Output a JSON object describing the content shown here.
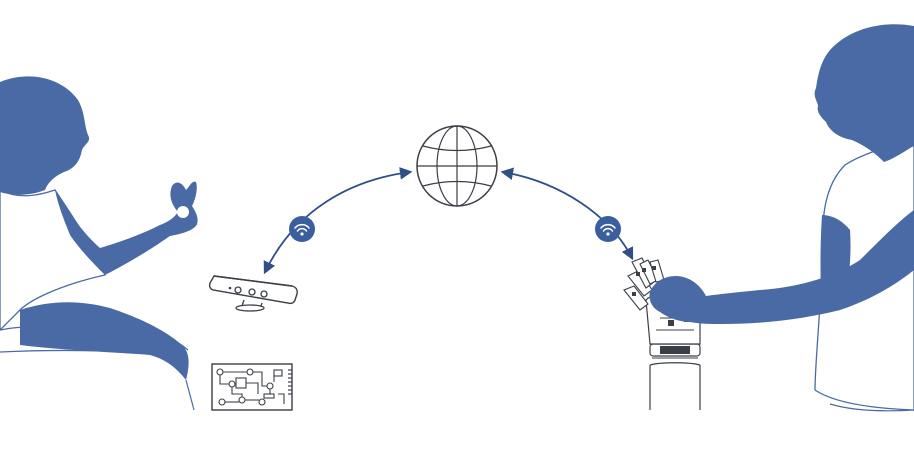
{
  "diagram": {
    "colors": {
      "figure_fill": "#4a6aa6",
      "line": "#2f4f86",
      "outline": "#3b3f48",
      "background": "#ffffff"
    },
    "nodes": [
      {
        "id": "person-left",
        "icon": "person-silhouette-icon"
      },
      {
        "id": "kinect-sensor",
        "icon": "depth-camera-icon"
      },
      {
        "id": "circuit-board",
        "icon": "circuit-board-icon"
      },
      {
        "id": "globe",
        "icon": "globe-icon"
      },
      {
        "id": "robot-hand",
        "icon": "robotic-hand-icon"
      },
      {
        "id": "person-right",
        "icon": "person-silhouette-icon"
      }
    ],
    "connections": [
      {
        "from": "globe",
        "to": "kinect-sensor",
        "icon": "wifi-icon",
        "bidirectional": true
      },
      {
        "from": "globe",
        "to": "robot-hand",
        "icon": "wifi-icon",
        "bidirectional": true
      }
    ]
  }
}
